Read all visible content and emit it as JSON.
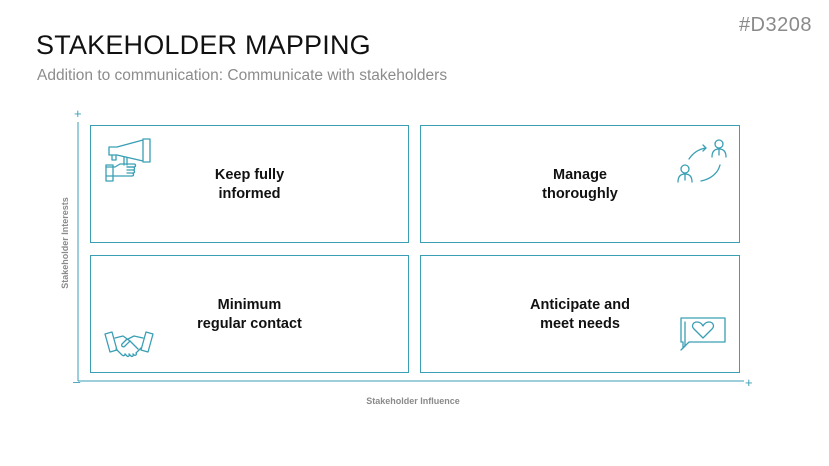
{
  "slide_id": "#D3208",
  "title": "STAKEHOLDER MAPPING",
  "subtitle": "Addition to communication: Communicate with stakeholders",
  "axes": {
    "y_label": "Stakeholder Interests",
    "x_label": "Stakeholder Influence",
    "y_top_marker": "+",
    "x_end_marker": "+",
    "origin_marker": "–"
  },
  "quadrants": {
    "top_left": {
      "line1": "Keep fully",
      "line2": "informed",
      "icon": "megaphone-hand-icon"
    },
    "top_right": {
      "line1": "Manage",
      "line2": "thoroughly",
      "icon": "people-exchange-icon"
    },
    "bottom_left": {
      "line1": "Minimum",
      "line2": "regular contact",
      "icon": "handshake-icon"
    },
    "bottom_right": {
      "line1": "Anticipate and",
      "line2": "meet needs",
      "icon": "heart-chat-icon"
    }
  },
  "colors": {
    "accent": "#3a9fb4",
    "muted_text": "#8a8a8a"
  }
}
